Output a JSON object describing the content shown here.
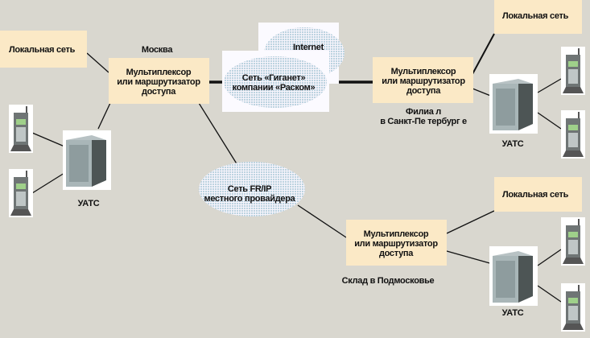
{
  "title": "Network diagram",
  "colors": {
    "background": "#d9d7cf",
    "box": "#fbe9c6",
    "cloud": "#cfe0ea",
    "pbx": "#7c8a8c"
  },
  "moscow": {
    "city": "Москва",
    "lan": "Локальная сеть",
    "mux": [
      "Мультиплексор",
      "или маршрутизатор",
      "доступа"
    ],
    "pbx": "УАТС"
  },
  "clouds": {
    "internet": "Internet",
    "giganet": [
      "Сеть «Гиганет»",
      "компании «Раском»"
    ],
    "frip": [
      "Сеть FR/IP",
      "местного провайдера"
    ]
  },
  "spb": {
    "caption": [
      "Филиа л",
      "в Санкт-Пе тербург е"
    ],
    "lan": "Локальная сеть",
    "mux": [
      "Мультиплексор",
      "или маршрутизатор",
      "доступа"
    ],
    "pbx": "УАТС"
  },
  "warehouse": {
    "caption": "Склад в Подмосковье",
    "lan": "Локальная сеть",
    "mux": [
      "Мультиплексор",
      "или маршрутизатор",
      "доступа"
    ],
    "pbx": "УАТС"
  }
}
